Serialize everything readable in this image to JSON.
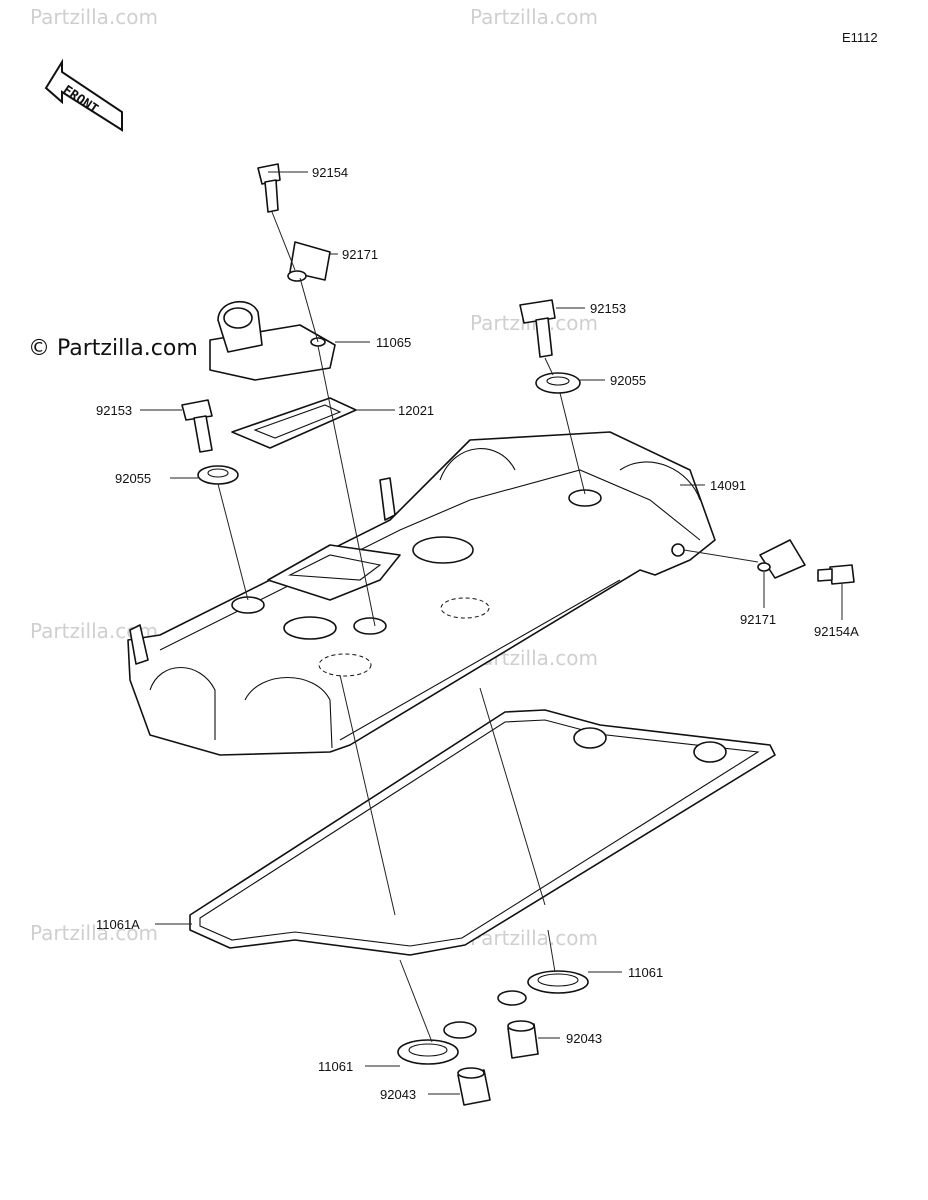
{
  "diagram_code": "E1112",
  "front_label": "FRONT",
  "watermark_text": "© Partzilla.com",
  "watermark_short": "Partzilla.com",
  "parts": {
    "bolt_top": "92154",
    "clamp_top": "92171",
    "breather_cover": "11065",
    "bolt_right": "92153",
    "washer_right": "92055",
    "bolt_left": "92153",
    "gasket_breather": "12021",
    "washer_left": "92055",
    "head_cover": "14091",
    "clamp_right": "92171",
    "bolt_right_small": "92154A",
    "gasket_main": "11061A",
    "plug_gasket_right": "11061",
    "collar_right": "92043",
    "plug_gasket_left": "11061",
    "collar_left": "92043"
  }
}
